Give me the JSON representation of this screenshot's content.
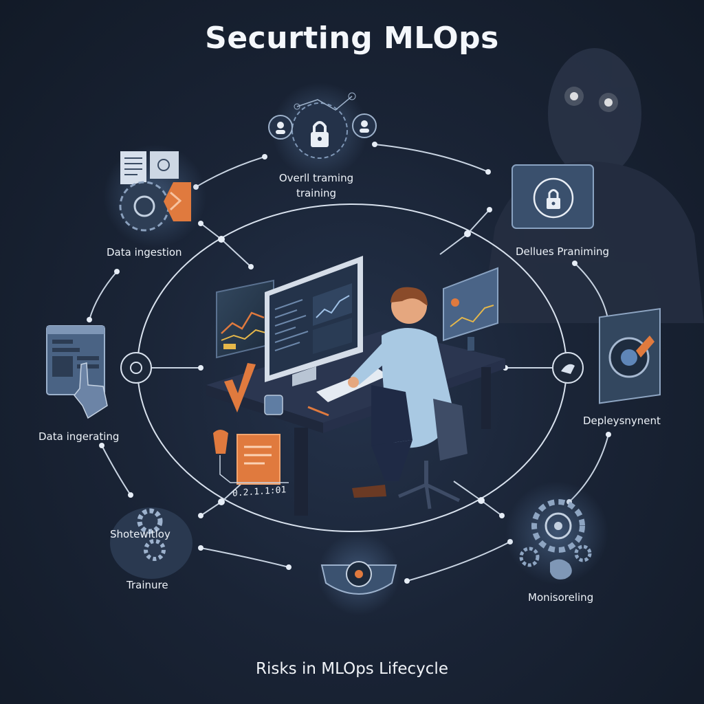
{
  "title": "Securting MLOps",
  "footer": "Risks in MLOps Lifecycle",
  "stages": {
    "overall_training_line1": "Overll traming",
    "overall_training_line2": "training",
    "data_ingestion": "Data ingestion",
    "deploy_planning": "Dellues Praniming",
    "data_ingerating": "Data ingerating",
    "deployment": "Depleysnynent",
    "showetwitloy": "Shotewitloy",
    "trainure": "Trainure",
    "monitoring": "Monisoreling"
  },
  "desk_readout": "0.2.1.1:01",
  "icons": [
    "lock-icon",
    "user-icon",
    "gear-icon",
    "document-icon",
    "hand-pointer-icon",
    "camera-lens-icon",
    "shadow-figure-icon",
    "monitor-icon"
  ],
  "colors": {
    "background": "#1a2436",
    "line": "#d9e2ee",
    "accent_orange": "#e07a3e",
    "accent_blue": "#5f86b8",
    "panel": "#3b5270"
  }
}
